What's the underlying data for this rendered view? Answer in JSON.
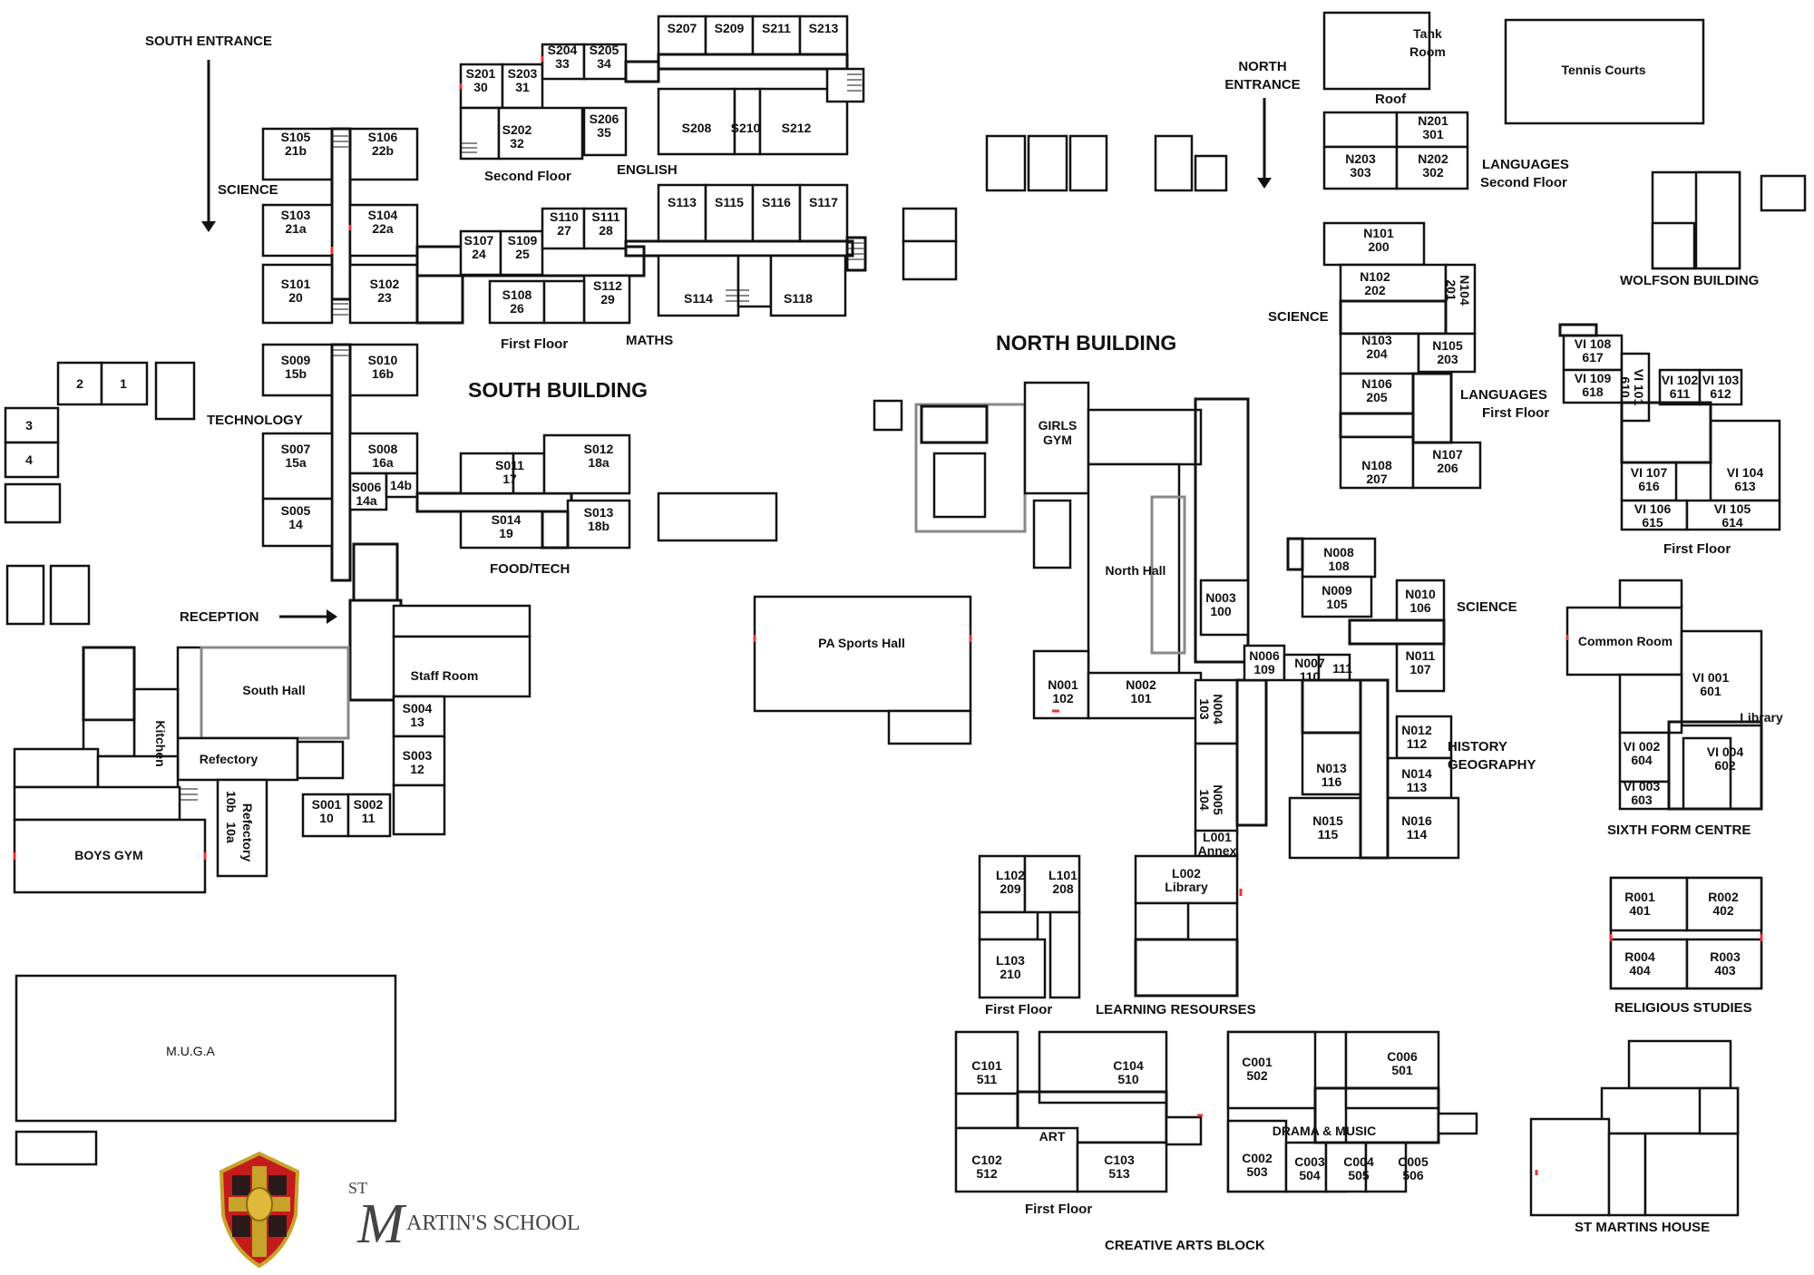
{
  "map": {
    "school_name": {
      "st": "ST",
      "m": "M",
      "rest": "ARTIN'S SCHOOL"
    },
    "buildings": {
      "south": "SOUTH BUILDING",
      "north": "NORTH BUILDING"
    },
    "entrances": {
      "south": "SOUTH ENTRANCE",
      "north_line1": "NORTH",
      "north_line2": "ENTRANCE",
      "reception": "RECEPTION"
    },
    "section_labels": {
      "science_south": "SCIENCE",
      "second_floor": "Second Floor",
      "english": "ENGLISH",
      "first_floor_south": "First Floor",
      "maths": "MATHS",
      "technology": "TECHNOLOGY",
      "food_tech": "FOOD/TECH",
      "roof": "Roof",
      "languages_1": "LANGUAGES",
      "languages_second_floor": "Second Floor",
      "science_north": "SCIENCE",
      "languages_2": "LANGUAGES",
      "languages_first_floor": "First Floor",
      "wolfson": "WOLFSON  BUILDING",
      "vi_first_floor": "First Floor",
      "science_n": "SCIENCE",
      "history": "HISTORY",
      "geography": "GEOGRAPHY",
      "sixth_form": "SIXTH FORM CENTRE",
      "religious": "RELIGIOUS STUDIES",
      "learning_resources": "LEARNING  RESOURSES",
      "l_first_floor": "First Floor",
      "art_first_floor": "First Floor",
      "creative_arts": "CREATIVE ARTS BLOCK",
      "st_martins_house": "ST MARTINS HOUSE"
    },
    "areas": {
      "tennis": "Tennis Courts",
      "tank1": "Tank",
      "tank2": "Room",
      "pa_sports_hall": "PA Sports Hall",
      "girls_gym1": "GIRLS",
      "girls_gym2": "GYM",
      "north_hall": "North Hall",
      "south_hall": "South Hall",
      "staff_room": "Staff Room",
      "kitchen": "Kitchen",
      "refectory": "Refectory",
      "refectory_10": "Refectory",
      "refectory_10a": "10a",
      "refectory_10b": "10b",
      "boys_gym": "BOYS GYM",
      "muga": "M.U.G.A",
      "common_room": "Common Room",
      "library": "Library",
      "art": "ART",
      "drama_music": "DRAMA & MUSIC",
      "hut1": "1",
      "hut2": "2",
      "hut3": "3",
      "hut4": "4"
    },
    "rooms": [
      [
        "S207",
        ""
      ],
      [
        "S209",
        ""
      ],
      [
        "S211",
        ""
      ],
      [
        "S213",
        ""
      ],
      [
        "S201",
        "30"
      ],
      [
        "S203",
        "31"
      ],
      [
        "S204",
        "33"
      ],
      [
        "S205",
        "34"
      ],
      [
        "S202",
        "32"
      ],
      [
        "S206",
        "35"
      ],
      [
        "S208",
        ""
      ],
      [
        "S210",
        ""
      ],
      [
        "S212",
        ""
      ],
      [
        "S105",
        "21b"
      ],
      [
        "S106",
        "22b"
      ],
      [
        "S103",
        "21a"
      ],
      [
        "S104",
        "22a"
      ],
      [
        "S101",
        "20"
      ],
      [
        "S102",
        "23"
      ],
      [
        "S107",
        "24"
      ],
      [
        "S109",
        "25"
      ],
      [
        "S110",
        "27"
      ],
      [
        "S111",
        "28"
      ],
      [
        "S108",
        "26"
      ],
      [
        "S112",
        "29"
      ],
      [
        "S113",
        ""
      ],
      [
        "S115",
        ""
      ],
      [
        "S116",
        ""
      ],
      [
        "S117",
        ""
      ],
      [
        "S114",
        ""
      ],
      [
        "S118",
        ""
      ],
      [
        "S009",
        "15b"
      ],
      [
        "S010",
        "16b"
      ],
      [
        "S007",
        "15a"
      ],
      [
        "S008",
        "16a"
      ],
      [
        "S006",
        "14a"
      ],
      [
        "14b",
        ""
      ],
      [
        "S005",
        "14"
      ],
      [
        "S011",
        "17"
      ],
      [
        "S012",
        "18a"
      ],
      [
        "S014",
        "19"
      ],
      [
        "S013",
        "18b"
      ],
      [
        "S004",
        "13"
      ],
      [
        "S003",
        "12"
      ],
      [
        "S001",
        "10"
      ],
      [
        "S002",
        "11"
      ],
      [
        "N201",
        "301"
      ],
      [
        "N203",
        "303"
      ],
      [
        "N202",
        "302"
      ],
      [
        "N101",
        "200"
      ],
      [
        "N102",
        "202"
      ],
      [
        "N104",
        "201"
      ],
      [
        "N103",
        "204"
      ],
      [
        "N105",
        "203"
      ],
      [
        "N106",
        "205"
      ],
      [
        "N108",
        "207"
      ],
      [
        "N107",
        "206"
      ],
      [
        "VI 108",
        "617"
      ],
      [
        "VI 109",
        "618"
      ],
      [
        "VI 101",
        "610"
      ],
      [
        "VI 102",
        "611"
      ],
      [
        "VI 103",
        "612"
      ],
      [
        "VI 107",
        "616"
      ],
      [
        "VI 104",
        "613"
      ],
      [
        "VI 106",
        "615"
      ],
      [
        "VI 105",
        "614"
      ],
      [
        "N008",
        "108"
      ],
      [
        "N009",
        "105"
      ],
      [
        "N010",
        "106"
      ],
      [
        "N011",
        "107"
      ],
      [
        "N006",
        "109"
      ],
      [
        "N007",
        "110"
      ],
      [
        "111",
        ""
      ],
      [
        "N003",
        "100"
      ],
      [
        "N001",
        "102"
      ],
      [
        "N002",
        "101"
      ],
      [
        "N004",
        "103"
      ],
      [
        "N005",
        "104"
      ],
      [
        "N012",
        "112"
      ],
      [
        "N013",
        "116"
      ],
      [
        "N014",
        "113"
      ],
      [
        "N015",
        "115"
      ],
      [
        "N016",
        "114"
      ],
      [
        "L001",
        "Annex"
      ],
      [
        "L002",
        "Library"
      ],
      [
        "L102",
        "209"
      ],
      [
        "L101",
        "208"
      ],
      [
        "L103",
        "210"
      ],
      [
        "VI 001",
        "601"
      ],
      [
        "VI 002",
        "604"
      ],
      [
        "VI 004",
        "602"
      ],
      [
        "VI 003",
        "603"
      ],
      [
        "R001",
        "401"
      ],
      [
        "R002",
        "402"
      ],
      [
        "R004",
        "404"
      ],
      [
        "R003",
        "403"
      ],
      [
        "C101",
        "511"
      ],
      [
        "C104",
        "510"
      ],
      [
        "C102",
        "512"
      ],
      [
        "C103",
        "513"
      ],
      [
        "C001",
        "502"
      ],
      [
        "C006",
        "501"
      ],
      [
        "C002",
        "503"
      ],
      [
        "C003",
        "504"
      ],
      [
        "C004",
        "505"
      ],
      [
        "C005",
        "506"
      ]
    ]
  }
}
